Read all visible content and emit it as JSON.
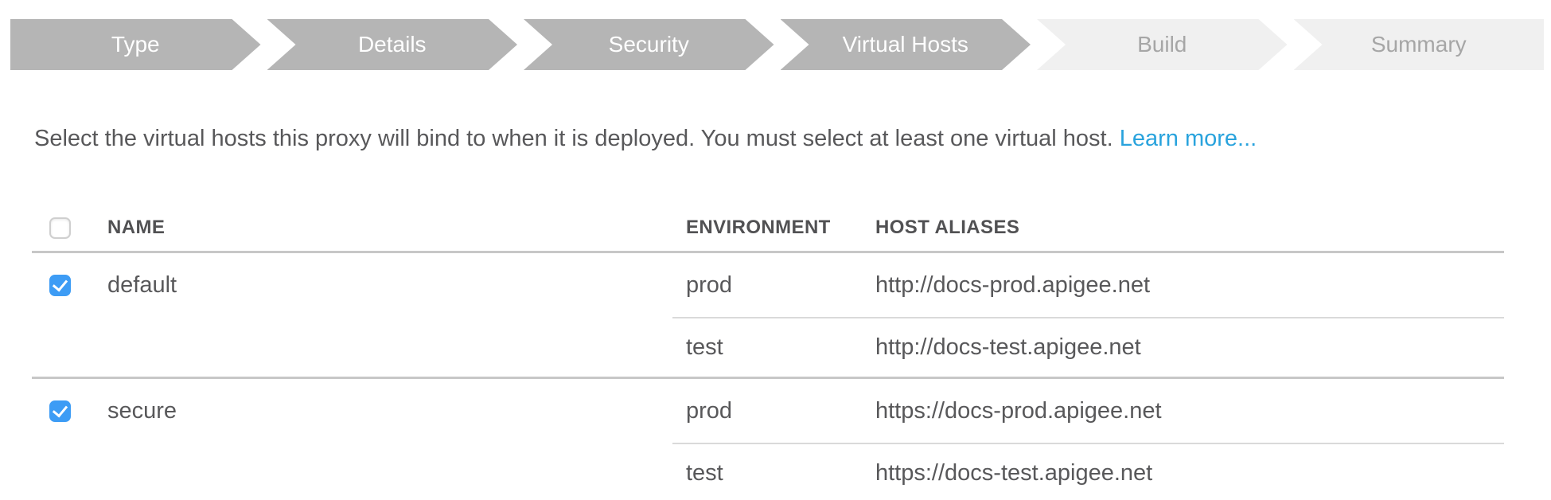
{
  "wizard": {
    "steps": [
      {
        "label": "Type",
        "active": true
      },
      {
        "label": "Details",
        "active": true
      },
      {
        "label": "Security",
        "active": true
      },
      {
        "label": "Virtual Hosts",
        "active": true
      },
      {
        "label": "Build",
        "active": false
      },
      {
        "label": "Summary",
        "active": false
      }
    ]
  },
  "instruction": {
    "text": "Select the virtual hosts this proxy will bind to when it is deployed. You must select at least one virtual host. ",
    "link_label": "Learn more..."
  },
  "table": {
    "select_all_checked": false,
    "headers": {
      "name": "NAME",
      "environment": "ENVIRONMENT",
      "host_aliases": "HOST ALIASES"
    },
    "rows": [
      {
        "name": "default",
        "checked": true,
        "environments": [
          {
            "environment": "prod",
            "host_alias": "http://docs-prod.apigee.net"
          },
          {
            "environment": "test",
            "host_alias": "http://docs-test.apigee.net"
          }
        ]
      },
      {
        "name": "secure",
        "checked": true,
        "environments": [
          {
            "environment": "prod",
            "host_alias": "https://docs-prod.apigee.net"
          },
          {
            "environment": "test",
            "host_alias": "https://docs-test.apigee.net"
          }
        ]
      }
    ]
  },
  "colors": {
    "step_active_bg": "#b5b5b5",
    "step_inactive_bg": "#f0f0f0",
    "step_active_text": "#ffffff",
    "step_inactive_text": "#a6a6a6",
    "link_blue": "#29a3dd",
    "checkbox_checked_blue": "#3d9cf5",
    "body_text": "#58585a",
    "divider_gray": "#c7c7c7"
  }
}
